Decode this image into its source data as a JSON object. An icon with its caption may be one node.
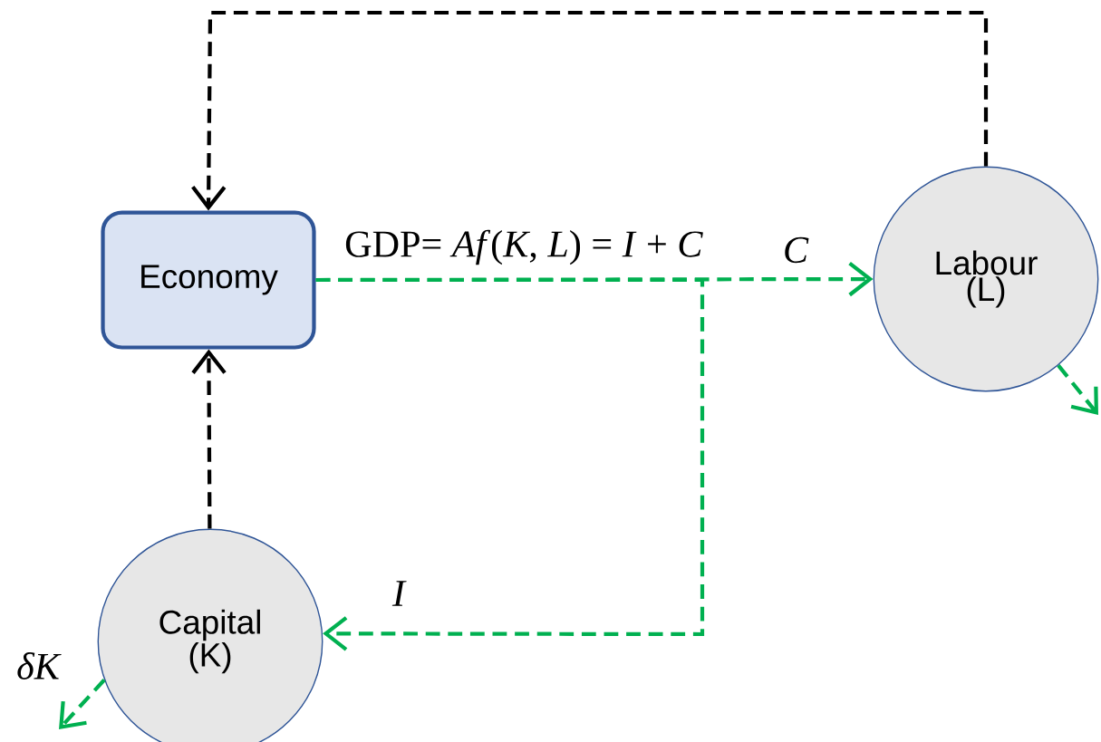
{
  "diagram": {
    "nodes": [
      {
        "text": [
          "Economy"
        ]
      },
      {
        "text": [
          "Labour (L)"
        ]
      },
      {
        "text": [
          "Capital (K)"
        ]
      }
    ],
    "edges": [
      {
        "from": 1,
        "to": 0,
        "arrow": "to",
        "style": "dashed",
        "color": "#000000"
      },
      {
        "from": 2,
        "to": 0,
        "arrow": "to",
        "style": "dashed",
        "color": "#000000"
      },
      {
        "from": 0,
        "to": 1,
        "arrow": "to",
        "style": "dashed",
        "color": "#00b050",
        "label": "C"
      },
      {
        "from": 0,
        "to": 2,
        "arrow": "to",
        "style": "dashed",
        "color": "#00b050",
        "label": "I"
      },
      {
        "from": 1,
        "to": null,
        "arrow": "to",
        "style": "dashed",
        "color": "#00b050"
      },
      {
        "from": 2,
        "to": null,
        "arrow": "to",
        "style": "dashed",
        "color": "#00b050",
        "label": "δK"
      }
    ],
    "labels": [
      "GDP= *Af*(*K*, *L*) = *I* + *C*"
    ]
  }
}
